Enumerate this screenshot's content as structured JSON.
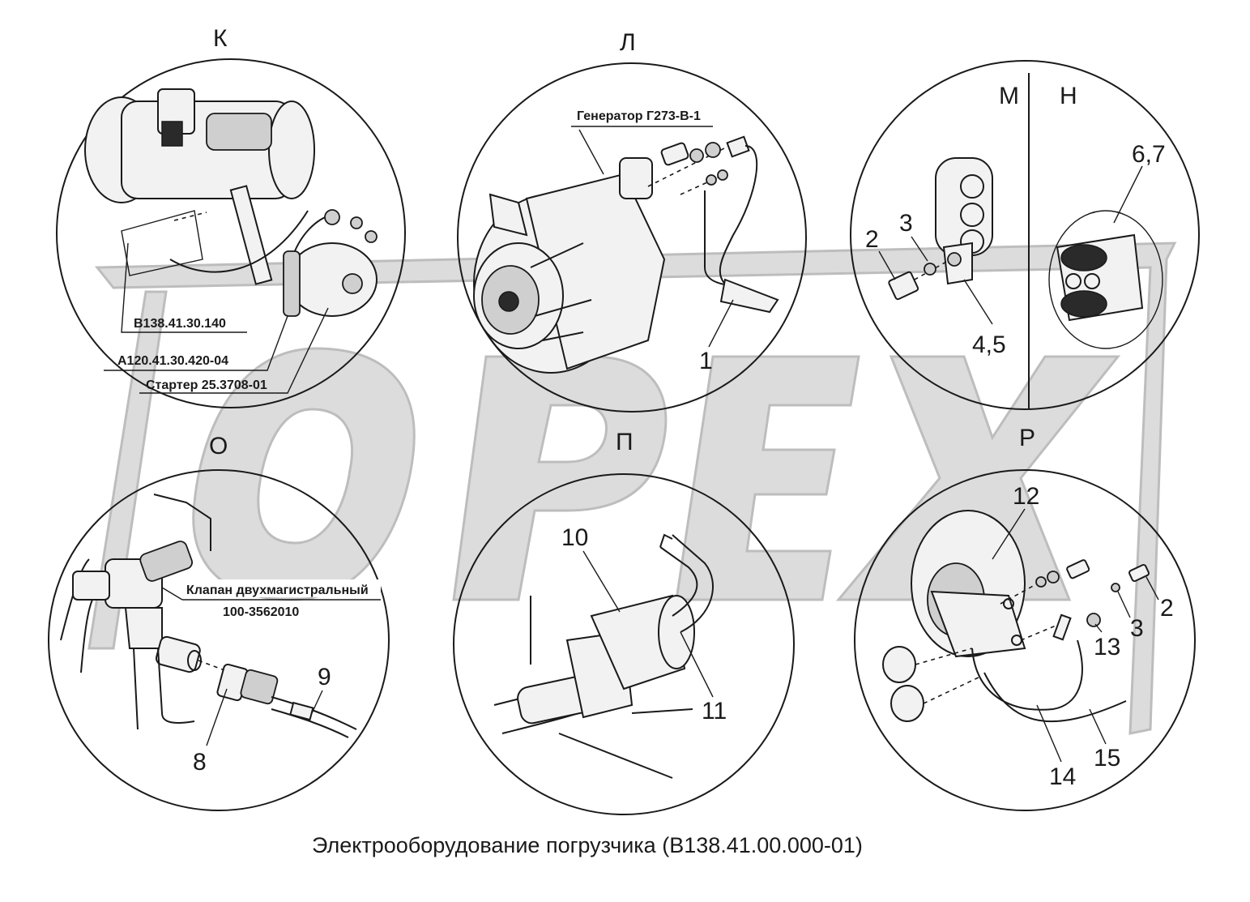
{
  "caption": "Электрооборудование погрузчика (В138.41.00.000-01)",
  "watermark": "OPEX",
  "colors": {
    "ink": "#1a1a1a",
    "watermark": "#dcdcdc"
  },
  "views": {
    "k": {
      "letter": "К",
      "labels": [
        "В138.41.30.140",
        "А120.41.30.420-04",
        "Стартер 25.3708-01"
      ]
    },
    "l": {
      "letter": "Л",
      "labels": [
        "Генератор Г273-В-1"
      ],
      "numbers": [
        "1"
      ]
    },
    "m": {
      "letter": "М",
      "numbers": [
        "2",
        "3",
        "4,5"
      ]
    },
    "n": {
      "letter": "Н",
      "numbers": [
        "6,7"
      ]
    },
    "o": {
      "letter": "О",
      "labels": [
        "Клапан двухмагистральный",
        "100-3562010"
      ],
      "numbers": [
        "8",
        "9"
      ]
    },
    "p": {
      "letter": "П",
      "numbers": [
        "10",
        "11"
      ]
    },
    "r": {
      "letter": "Р",
      "numbers": [
        "12",
        "2",
        "3",
        "13",
        "14",
        "15"
      ]
    }
  }
}
